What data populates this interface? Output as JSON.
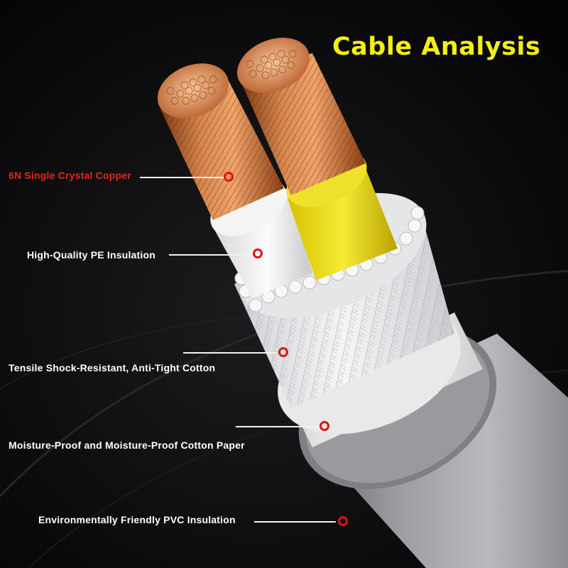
{
  "title": "Cable Analysis",
  "colors": {
    "title": "#f3ee13",
    "accent_label": "#e02a1a",
    "marker": "#e01414",
    "label": "#ffffff"
  },
  "callouts": [
    {
      "label": "6N Single Crystal Copper"
    },
    {
      "label": "High-Quality PE Insulation"
    },
    {
      "label": "Tensile Shock-Resistant, Anti-Tight Cotton"
    },
    {
      "label": "Moisture-Proof and Moisture-Proof Cotton Paper"
    },
    {
      "label": "Environmentally Friendly PVC Insulation"
    }
  ]
}
